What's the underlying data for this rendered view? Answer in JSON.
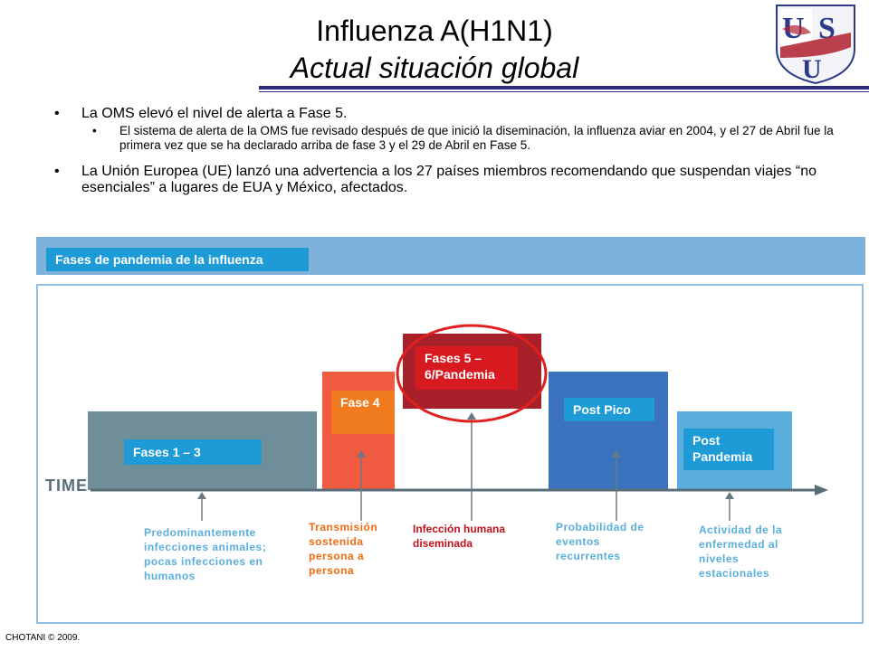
{
  "slide": {
    "title": "Influenza A(H1N1)",
    "subtitle": "Actual situación global",
    "bullets": [
      {
        "text": "La OMS elevó el nivel de alerta a Fase 5.",
        "sub": "El sistema de alerta de la OMS fue revisado después de que inició la diseminación, la influenza aviar en 2004, y el 27 de Abril fue la primera vez que se ha declarado arriba de fase 3 y el 29 de Abril en Fase 5."
      },
      {
        "text": "La Unión Europea (UE) lanzó una advertencia a los 27 países miembros recomendando que suspendan viajes “no esenciales” a lugares de EUA y México, afectados."
      }
    ],
    "bullet_glyph": "•",
    "footer": "CHOTANI © 2009."
  },
  "diagram": {
    "banner_title": "Fases de pandemia de la influenza",
    "time_label": "TIME",
    "phases": [
      {
        "id": "p13",
        "label": "Fases 1 – 3",
        "description": "Predominantemente infecciones animales; pocas infecciones en humanos",
        "color": "#6f8e9a",
        "label_color": "#1e9ad6",
        "text_color": "#5aaedd"
      },
      {
        "id": "p4",
        "label": "Fase 4",
        "description": "Transmisión sostenida persona a persona",
        "color": "#f05a40",
        "label_color": "#f07a1e",
        "text_color": "#f06a10"
      },
      {
        "id": "p56",
        "label": "Fases 5 – 6/Pandemia",
        "description": "Infección humana diseminada",
        "color": "#a8202a",
        "label_color": "#d71920",
        "text_color": "#c0101a"
      },
      {
        "id": "postpico",
        "label": "Post Pico",
        "description": "Probabilidad de eventos recurrentes",
        "color": "#3a72bd",
        "label_color": "#1e9ad6",
        "text_color": "#5aaedd"
      },
      {
        "id": "postpandemia",
        "label": "Post Pandemia",
        "description": "Actividad de la enfermedad al niveles estacionales",
        "color": "#5aaedd",
        "label_color": "#1e9ad6",
        "text_color": "#5aaedd"
      }
    ],
    "highlight_color": "#e02020",
    "axis_color": "#5a6e7a"
  }
}
